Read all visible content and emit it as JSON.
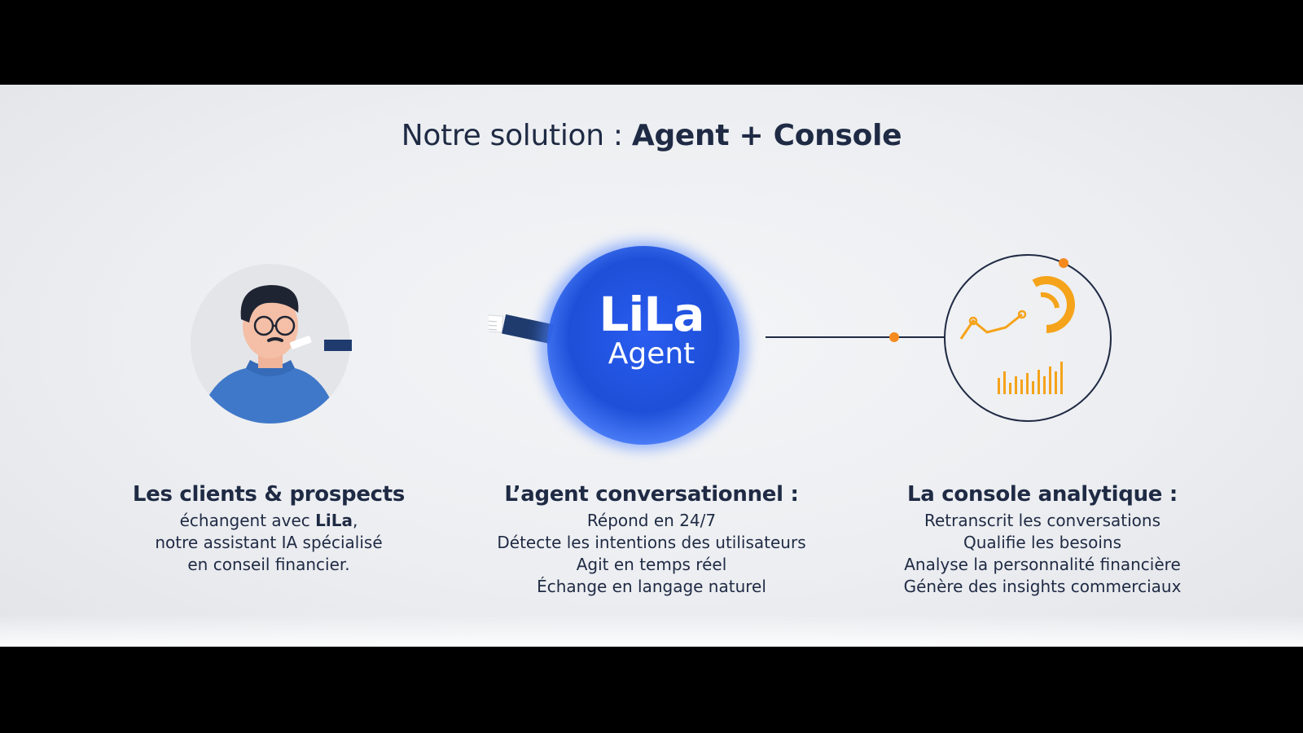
{
  "title": {
    "prefix": "Notre solution : ",
    "emphasis": "Agent + Console"
  },
  "agent_badge": {
    "line1": "LiLa",
    "line2": "Agent"
  },
  "columns": [
    {
      "heading": "Les clients & prospects",
      "line1_pre": "échangent avec ",
      "line1_bold": "LiLa",
      "line1_post": ",",
      "line2": "notre assistant IA spécialisé",
      "line3": "en conseil financier."
    },
    {
      "heading": "L’agent conversationnel :",
      "lines": [
        "Répond en 24/7",
        "Détecte les intentions des utilisateurs",
        "Agit en temps réel",
        "Échange en langage naturel"
      ]
    },
    {
      "heading": "La console analytique :",
      "lines": [
        "Retranscrit les conversations",
        "Qualifie les besoins",
        "Analyse la personnalité financière",
        "Génère des insights commerciaux"
      ]
    }
  ],
  "colors": {
    "accent_blue": "#1d4fd8",
    "accent_orange": "#f5a31a",
    "text": "#1f2a44"
  },
  "icons": [
    "person-illustration",
    "lila-agent-blob",
    "analytics-console-icon"
  ]
}
